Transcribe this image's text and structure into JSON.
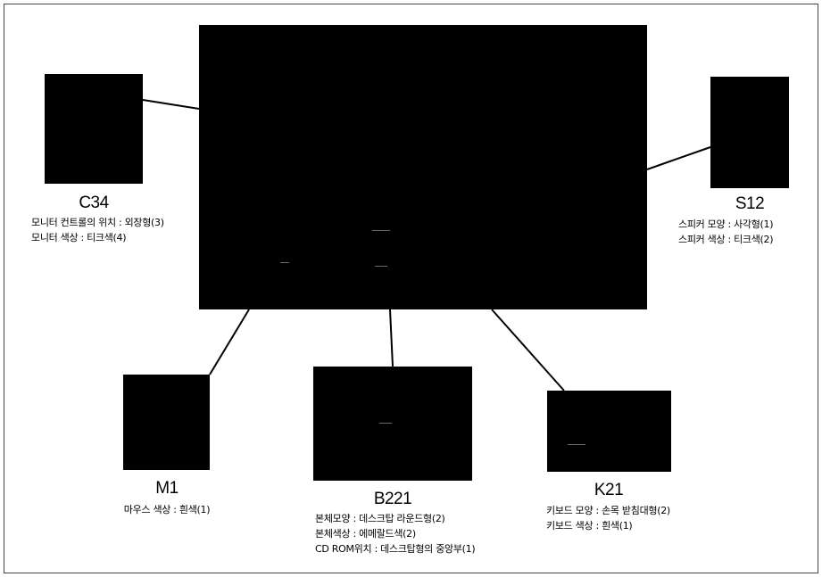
{
  "components": {
    "monitor": {
      "code": "C34",
      "specs": [
        "모니터 컨트롤의 위치 : 외장형(3)",
        "모니터 색상 : 티크색(4)"
      ]
    },
    "speaker": {
      "code": "S12",
      "specs": [
        "스피커 모양 : 사각형(1)",
        "스피커 색상 : 티크색(2)"
      ]
    },
    "mouse": {
      "code": "M1",
      "specs": [
        "마우스 색상 : 흰색(1)"
      ]
    },
    "body": {
      "code": "B221",
      "specs": [
        "본체모양 : 데스크탑 라운드형(2)",
        "본체색상 : 에메랄드색(2)",
        "CD ROM위치 : 데스크탑형의 중앙부(1)"
      ]
    },
    "keyboard": {
      "code": "K21",
      "specs": [
        "키보드 모양 : 손목 받침대형(2)",
        "키보드 색상 : 흰색(1)"
      ]
    }
  }
}
